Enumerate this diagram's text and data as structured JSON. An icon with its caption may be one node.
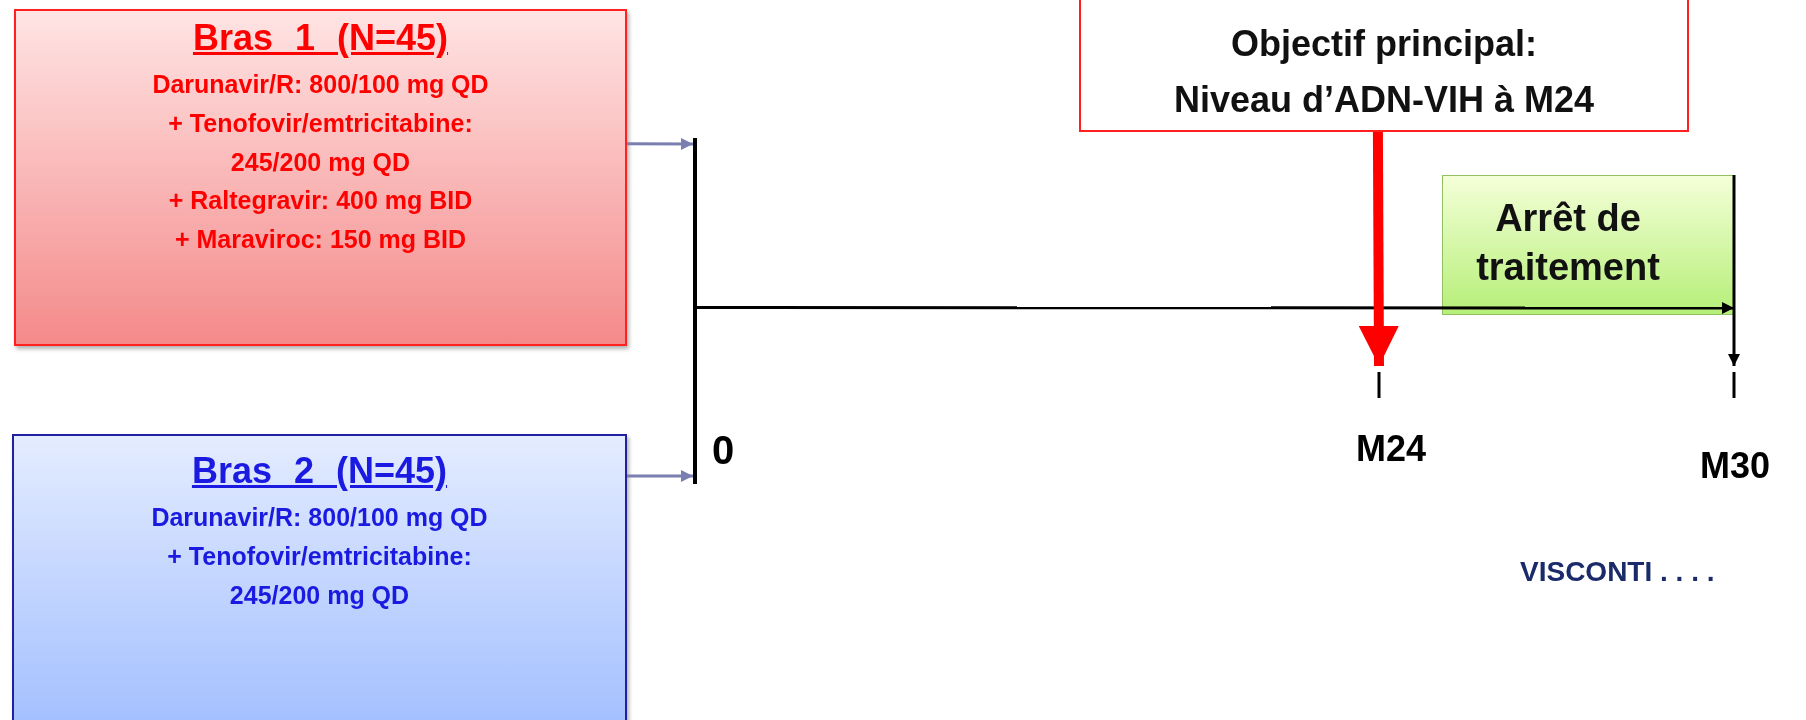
{
  "diagram": {
    "nodes": [
      {
        "text": [
          "Bras 1 (N=45)",
          "Darunavir/R: 800/100 mg QD",
          "+ Tenofovir/emtricitabine: 245/200 mg QD",
          "+ Raltegravir: 400 mg BID",
          "+ Maraviroc: 150 mg BID"
        ]
      },
      {
        "text": [
          "Bras 2 (N=45)",
          "Darunavir/R: 800/100 mg QD",
          "+ Tenofovir/emtricitabine: 245/200 mg QD"
        ]
      },
      {
        "text": [
          "Objectif principal: Niveau d’ADN-VIH à M24"
        ]
      },
      {
        "text": [
          "Arrêt de traitement"
        ]
      },
      {
        "text": [],
        "shape": "bar"
      }
    ],
    "edges": [
      {
        "from": 0,
        "to": 4,
        "arrow": "to",
        "color": "#7a7fb0"
      },
      {
        "from": 1,
        "to": 4,
        "arrow": "to",
        "color": "#7a7fb0"
      },
      {
        "from": 4,
        "to": 3,
        "arrow": "to",
        "color": "#000000"
      },
      {
        "from": 2,
        "to": null,
        "arrow": "to",
        "style": "thick",
        "color": "#ff0000"
      },
      {
        "from": 3,
        "to": null,
        "arrow": "to",
        "color": "#000000"
      }
    ],
    "labels": [
      "0",
      "M24",
      "M30",
      "VISCONTI . . . ."
    ]
  }
}
